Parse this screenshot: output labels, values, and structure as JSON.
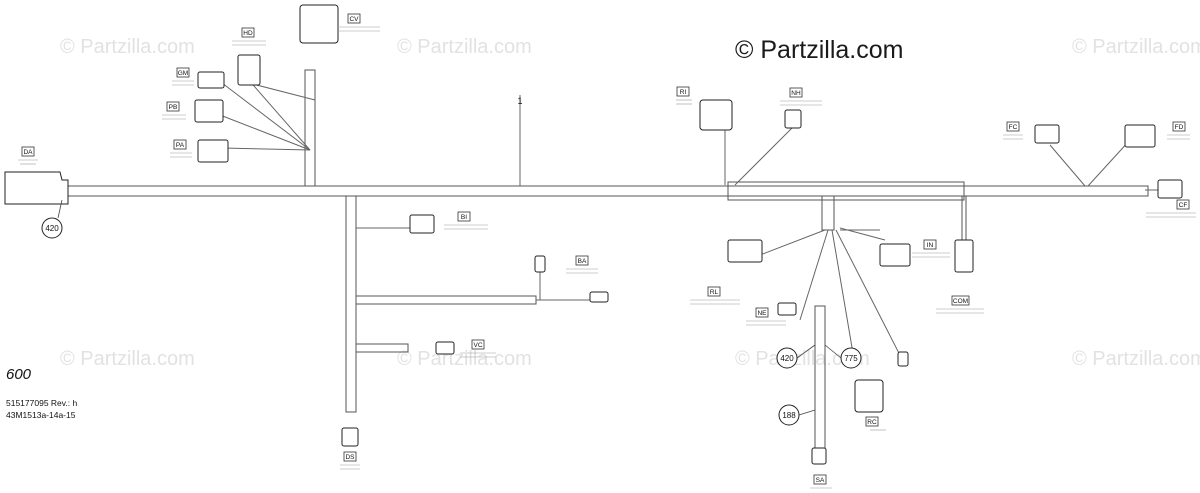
{
  "watermark": "© Partzilla.com",
  "copyright": "© Partzilla.com",
  "page_number": "600",
  "doc_ref": {
    "line1": "515177095 Rev.: h",
    "line2": "43M1513a-14a-15"
  },
  "harness_label": "1",
  "connectors": {
    "DA": "DA",
    "CV": "CV",
    "HD": "HD",
    "GM": "GM",
    "PB": "PB",
    "PA": "PA",
    "BI": "BI",
    "BA": "BA",
    "VC": "VC",
    "DS": "DS",
    "RI": "RI",
    "NH": "NH",
    "RL": "RL",
    "NE": "NE",
    "IN": "IN",
    "COM": "COM",
    "RC": "RC",
    "SA": "SA",
    "FC": "FC",
    "FD": "FD",
    "CF": "CF"
  },
  "callouts": {
    "c420_left": "420",
    "c420_mid": "420",
    "c775": "775",
    "c188": "188"
  },
  "colors": {
    "line": "#444444",
    "wire": "#666666",
    "watermark": "#e2e2e2"
  }
}
